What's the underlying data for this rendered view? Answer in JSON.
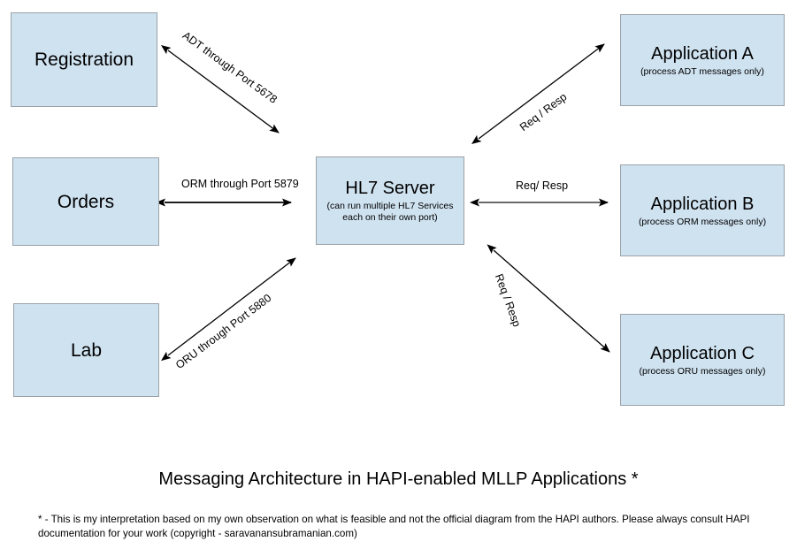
{
  "diagram": {
    "title": "Messaging Architecture in HAPI-enabled MLLP Applications *",
    "footnote": "* - This is my interpretation based on my own observation on what is feasible and not the official diagram from the HAPI authors. Please always consult HAPI documentation for your work (copyright - saravanansubramanian.com)",
    "colors": {
      "node_fill": "#cfe2f0",
      "node_border": "#9aa2a8",
      "arrow": "#000000",
      "background": "#ffffff",
      "text": "#000000"
    },
    "nodes": [
      {
        "id": "registration",
        "title": "Registration",
        "subtitle": ""
      },
      {
        "id": "orders",
        "title": "Orders",
        "subtitle": ""
      },
      {
        "id": "lab",
        "title": "Lab",
        "subtitle": ""
      },
      {
        "id": "hl7-server",
        "title": "HL7 Server",
        "subtitle": "(can run multiple HL7 Services\neach on their own port)"
      },
      {
        "id": "application-a",
        "title": "Application A",
        "subtitle": "(process ADT messages only)"
      },
      {
        "id": "application-b",
        "title": "Application B",
        "subtitle": "(process ORM messages only)"
      },
      {
        "id": "application-c",
        "title": "Application C",
        "subtitle": "(process ORU messages only)"
      }
    ],
    "edges": [
      {
        "id": "registration-to-server",
        "label": "ADT through Port 5678",
        "from": "registration",
        "to": "hl7-server",
        "direction": "bidirectional"
      },
      {
        "id": "orders-to-server",
        "label": "ORM through Port 5879",
        "from": "orders",
        "to": "hl7-server",
        "direction": "bidirectional"
      },
      {
        "id": "lab-to-server",
        "label": "ORU through Port 5880",
        "from": "lab",
        "to": "hl7-server",
        "direction": "bidirectional"
      },
      {
        "id": "server-to-application-a",
        "label": "Req / Resp",
        "from": "hl7-server",
        "to": "application-a",
        "direction": "bidirectional"
      },
      {
        "id": "server-to-application-b",
        "label": "Req/ Resp",
        "from": "hl7-server",
        "to": "application-b",
        "direction": "bidirectional"
      },
      {
        "id": "server-to-application-c",
        "label": "Req / Resp",
        "from": "hl7-server",
        "to": "application-c",
        "direction": "bidirectional"
      }
    ]
  }
}
